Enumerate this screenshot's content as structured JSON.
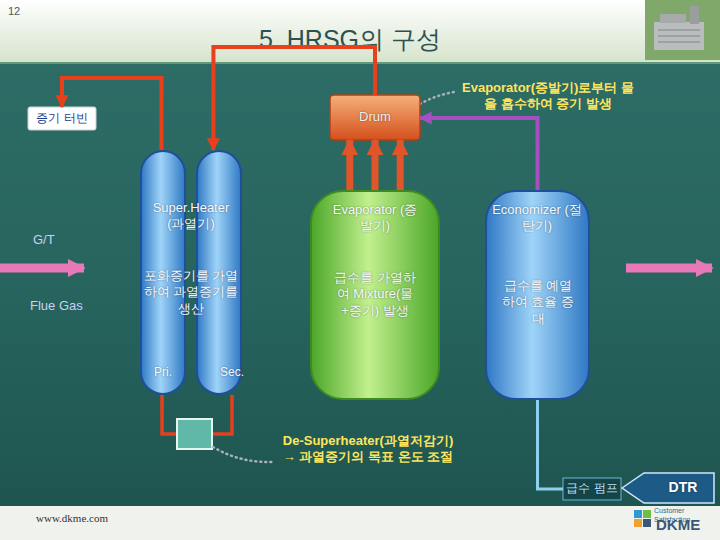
{
  "diagram": {
    "title": "5. HRSG의 구성",
    "nodes": [
      {
        "text": [
          "증기 터빈"
        ]
      },
      {
        "text": [
          "Drum"
        ]
      },
      {
        "text": [
          "Super.Heater (과열기)",
          "포화증기를 가열하여 과열증기를 생산",
          "Pri.",
          "Sec."
        ]
      },
      {
        "text": [
          "Evaporator (증발기)",
          "급수를 가열하여 Mixture(물+증기) 발생"
        ]
      },
      {
        "text": [
          "Economizer (절탄기)",
          "급수를 예열하여 효율 증대"
        ]
      },
      {
        "text": [
          "급수 펌프"
        ]
      },
      {
        "text": [
          "DTR"
        ]
      }
    ],
    "edges": [
      {
        "from": 1,
        "to": 2,
        "arrow": "to"
      },
      {
        "from": 2,
        "to": 0,
        "arrow": "to"
      },
      {
        "from": 3,
        "to": 1,
        "arrow": "to"
      },
      {
        "from": 4,
        "to": 1,
        "arrow": "to"
      },
      {
        "from": 5,
        "to": 4,
        "arrow": "none"
      }
    ],
    "labels": [
      "12",
      "Evaporator(증발기)로부터 물을 흡수하여 증기 발생",
      "G/T",
      "Flue Gas",
      "De-Superheater(과열저감기) → 과열증기의 목표 온도 조절",
      "www.dkme.com",
      "Customer Satisfaction",
      "DKME"
    ]
  }
}
